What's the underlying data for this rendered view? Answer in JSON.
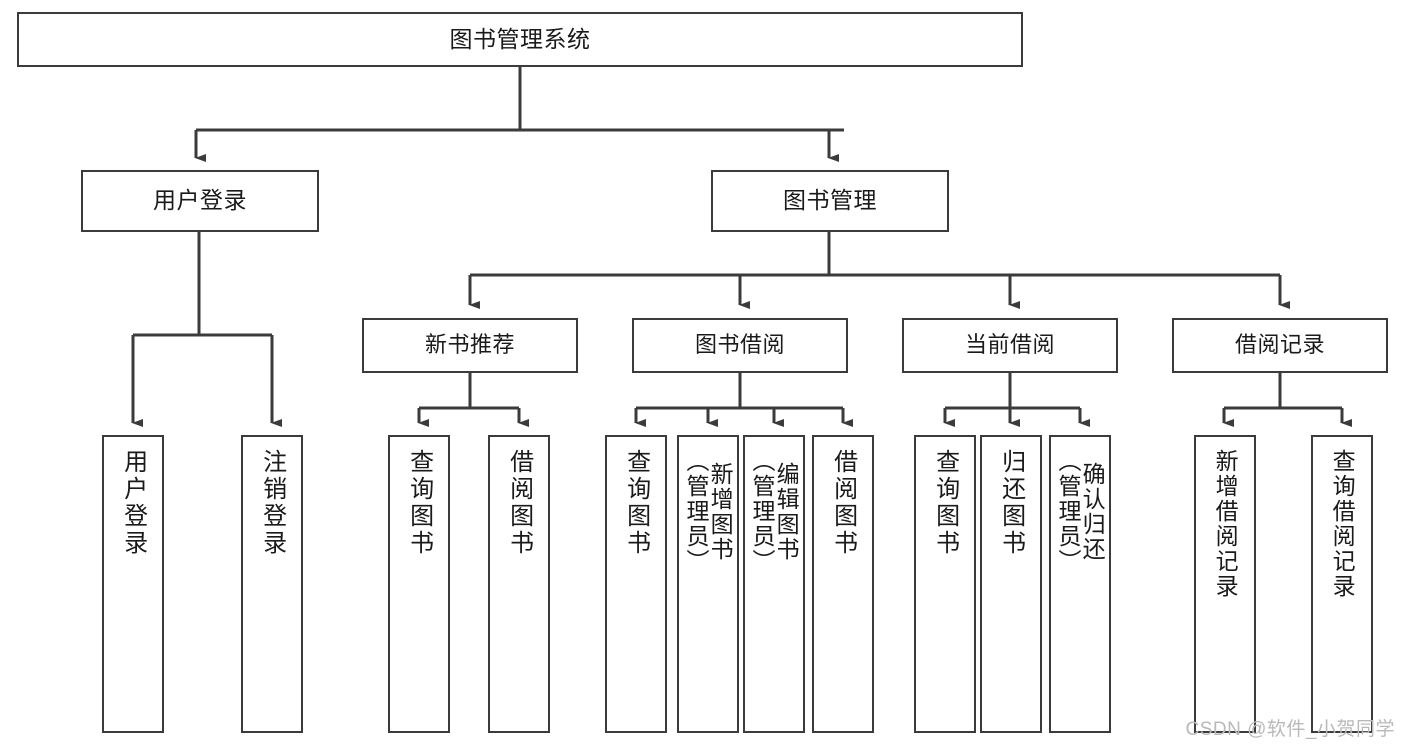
{
  "diagram": {
    "type": "tree",
    "title": "图书管理系统",
    "watermark": "CSDN @软件_小贺同学",
    "colors": {
      "box_border": "#3b3b3b",
      "box_fill": "#ffffff",
      "connector": "#3b3b3b",
      "text": "#1a1a1a",
      "watermark": "#b9b9b9"
    },
    "nodes": {
      "root": "图书管理系统",
      "level2": [
        "用户登录",
        "图书管理"
      ],
      "level3": [
        "新书推荐",
        "图书借阅",
        "当前借阅",
        "借阅记录"
      ],
      "leaves": {
        "user_login": [
          "用户登录",
          "注销登录"
        ],
        "new_book_recommend": [
          "查询图书",
          "借阅图书"
        ],
        "book_borrow": [
          "查询图书",
          "新增图书\n（管理员）",
          "编辑图书\n（管理员）",
          "借阅图书"
        ],
        "current_borrow": [
          "查询图书",
          "归还图书",
          "确认归还\n（管理员）"
        ],
        "borrow_record": [
          "新增借阅记录",
          "查询借阅记录"
        ]
      }
    },
    "edges": [
      {
        "from": "图书管理系统",
        "to": "用户登录"
      },
      {
        "from": "图书管理系统",
        "to": "图书管理"
      },
      {
        "from": "图书管理",
        "to": "新书推荐"
      },
      {
        "from": "图书管理",
        "to": "图书借阅"
      },
      {
        "from": "图书管理",
        "to": "当前借阅"
      },
      {
        "from": "图书管理",
        "to": "借阅记录"
      },
      {
        "from": "用户登录",
        "to": "用户登录"
      },
      {
        "from": "用户登录",
        "to": "注销登录"
      },
      {
        "from": "新书推荐",
        "to": "查询图书"
      },
      {
        "from": "新书推荐",
        "to": "借阅图书"
      },
      {
        "from": "图书借阅",
        "to": "查询图书"
      },
      {
        "from": "图书借阅",
        "to": "新增图书（管理员）"
      },
      {
        "from": "图书借阅",
        "to": "编辑图书（管理员）"
      },
      {
        "from": "图书借阅",
        "to": "借阅图书"
      },
      {
        "from": "当前借阅",
        "to": "查询图书"
      },
      {
        "from": "当前借阅",
        "to": "归还图书"
      },
      {
        "from": "当前借阅",
        "to": "确认归还（管理员）"
      },
      {
        "from": "借阅记录",
        "to": "新增借阅记录"
      },
      {
        "from": "借阅记录",
        "to": "查询借阅记录"
      }
    ]
  }
}
